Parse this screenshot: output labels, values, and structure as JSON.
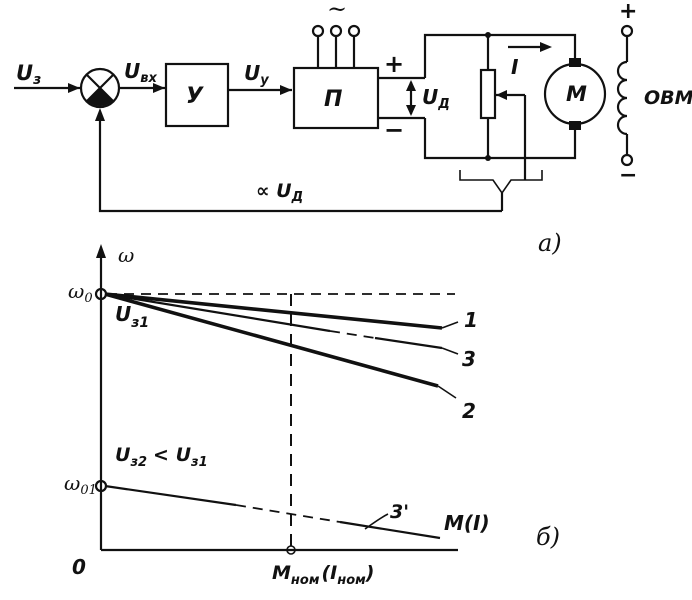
{
  "labels": {
    "u_z": "U",
    "u_z_sub": "з",
    "u_vkh": "U",
    "u_vkh_sub": "вх",
    "block_u": "У",
    "u_u": "U",
    "u_u_sub": "у",
    "block_p": "П",
    "tilde": "~",
    "plus": "+",
    "minus": "−",
    "u_d": "U",
    "u_d_sub": "Д",
    "current": "I",
    "motor": "М",
    "ovm": "ОВМ",
    "ovm_plus": "+",
    "ovm_minus": "−",
    "feedback": "∝ U",
    "feedback_sub": "Д",
    "part_a": "а)"
  },
  "graph": {
    "omega": "ω",
    "omega0": "ω",
    "omega0_sub": "0",
    "uz1": "U",
    "uz1_sub": "з1",
    "omega01": "ω",
    "omega01_sub": "01",
    "uz2": "U",
    "uz2_sub": "з2",
    "uz2_cmp": "< U",
    "uz2_cmp_sub": "з1",
    "curve1": "1",
    "curve2": "2",
    "curve3": "3",
    "curve3p": "3'",
    "x_axis": "M(I)",
    "origin": "0",
    "m_nom": "M",
    "m_nom_sub": "ном",
    "i_nom": "(I",
    "i_nom_sub": "ном",
    "i_nom_end": ")",
    "part_b": "б)"
  }
}
